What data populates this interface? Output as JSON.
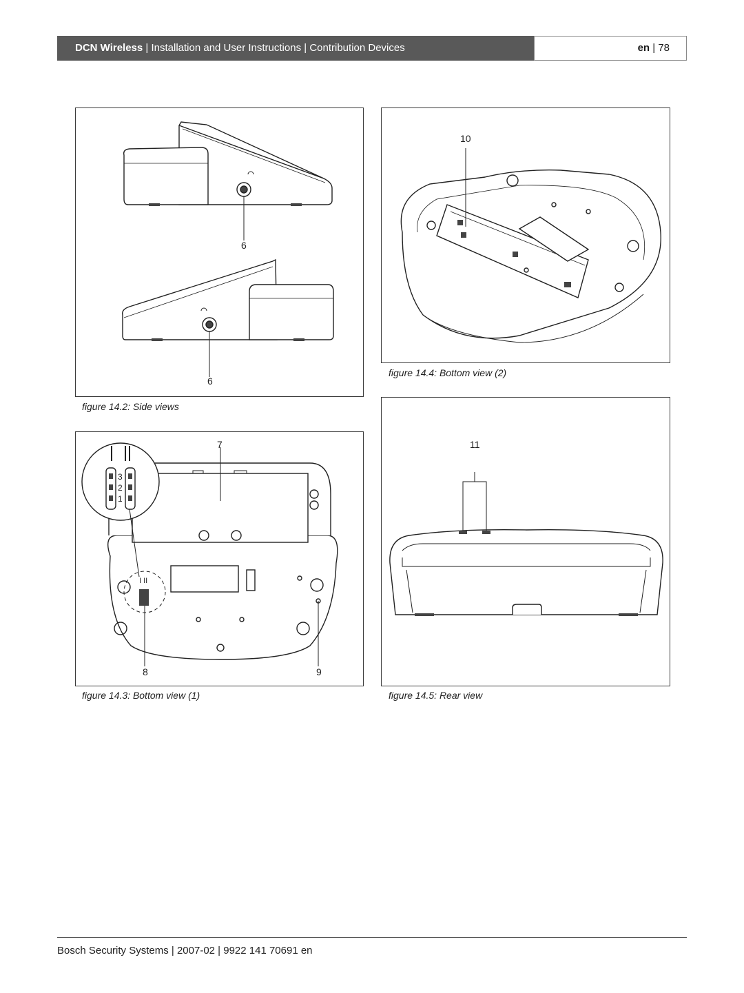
{
  "header": {
    "product": "DCN Wireless",
    "sep1": " | ",
    "doc_title": "Installation and User Instructions",
    "sep2": " | ",
    "section": "Contribution Devices",
    "lang": "en",
    "page_sep": " | ",
    "page_number": "78"
  },
  "figures": {
    "side_views": {
      "caption": "figure 14.2: Side views",
      "callout_top": "6",
      "callout_bottom": "6"
    },
    "bottom_view_2": {
      "caption": "figure 14.4: Bottom view (2)",
      "callout": "10"
    },
    "bottom_view_1": {
      "caption": "figure 14.3: Bottom view (1)",
      "callout_7": "7",
      "callout_8": "8",
      "callout_9": "9",
      "switch_labels": [
        "3",
        "2",
        "1"
      ],
      "mark_top": "I II"
    },
    "rear_view": {
      "caption": "figure 14.5: Rear view",
      "callout": "11"
    }
  },
  "footer": {
    "text": "Bosch Security Systems | 2007-02 | 9922 141 70691 en"
  }
}
